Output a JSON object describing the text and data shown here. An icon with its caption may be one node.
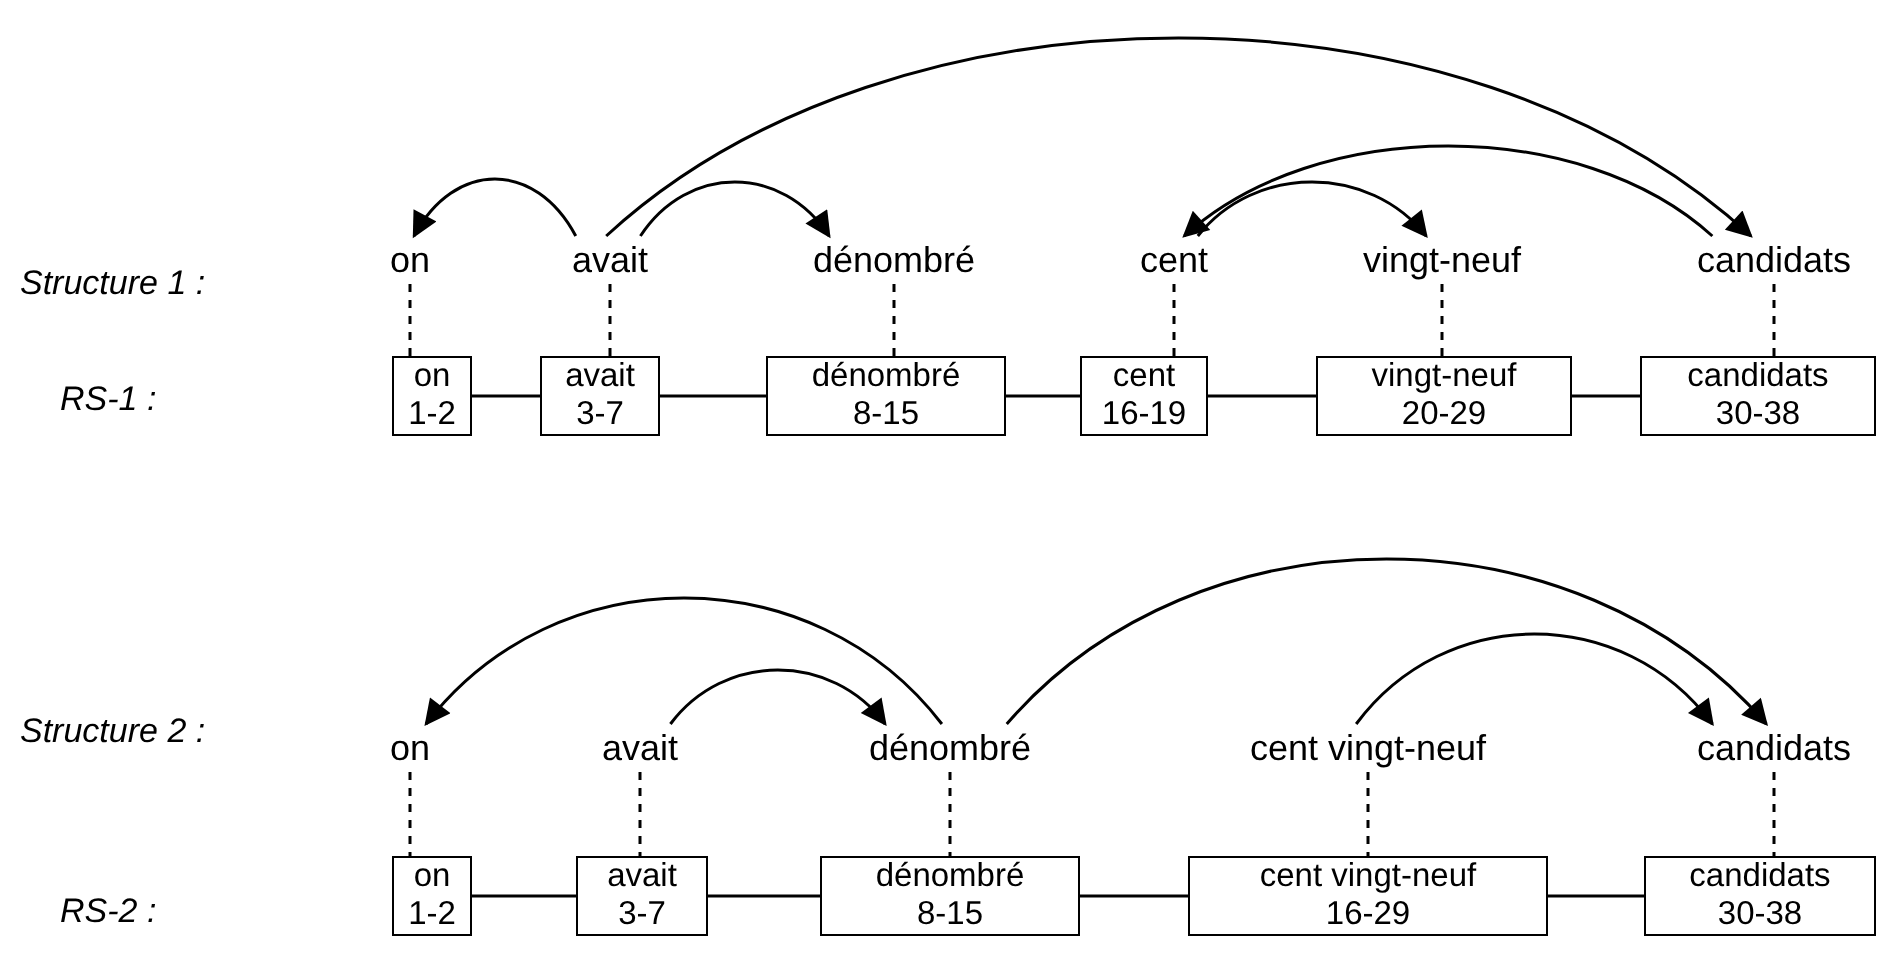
{
  "diagram": {
    "nodes": [
      {
        "text": [
          "on"
        ]
      },
      {
        "text": [
          "avait"
        ]
      },
      {
        "text": [
          "dénombré"
        ]
      },
      {
        "text": [
          "cent"
        ]
      },
      {
        "text": [
          "vingt-neuf"
        ]
      },
      {
        "text": [
          "candidats"
        ]
      },
      {
        "text": [
          "on",
          "1-2"
        ]
      },
      {
        "text": [
          "avait",
          "3-7"
        ]
      },
      {
        "text": [
          "dénombré",
          "8-15"
        ]
      },
      {
        "text": [
          "cent",
          "16-19"
        ]
      },
      {
        "text": [
          "vingt-neuf",
          "20-29"
        ]
      },
      {
        "text": [
          "candidats",
          "30-38"
        ]
      },
      {
        "text": [
          "on"
        ]
      },
      {
        "text": [
          "avait"
        ]
      },
      {
        "text": [
          "dénombré"
        ]
      },
      {
        "text": [
          "cent vingt-neuf"
        ]
      },
      {
        "text": [
          "candidats"
        ]
      },
      {
        "text": [
          "on",
          "1-2"
        ]
      },
      {
        "text": [
          "avait",
          "3-7"
        ]
      },
      {
        "text": [
          "dénombré",
          "8-15"
        ]
      },
      {
        "text": [
          "cent vingt-neuf",
          "16-29"
        ]
      },
      {
        "text": [
          "candidats",
          "30-38"
        ]
      }
    ],
    "edges": [
      {
        "from": 1,
        "to": 0,
        "arrow": "to"
      },
      {
        "from": 1,
        "to": 2,
        "arrow": "to"
      },
      {
        "from": 1,
        "to": 5,
        "arrow": "to"
      },
      {
        "from": 5,
        "to": 3,
        "arrow": "to"
      },
      {
        "from": 3,
        "to": 4,
        "arrow": "to"
      },
      {
        "from": 0,
        "to": 6,
        "arrow": "none",
        "style": "dashed"
      },
      {
        "from": 1,
        "to": 7,
        "arrow": "none",
        "style": "dashed"
      },
      {
        "from": 2,
        "to": 8,
        "arrow": "none",
        "style": "dashed"
      },
      {
        "from": 3,
        "to": 9,
        "arrow": "none",
        "style": "dashed"
      },
      {
        "from": 4,
        "to": 10,
        "arrow": "none",
        "style": "dashed"
      },
      {
        "from": 5,
        "to": 11,
        "arrow": "none",
        "style": "dashed"
      },
      {
        "from": 6,
        "to": 7,
        "arrow": "none"
      },
      {
        "from": 7,
        "to": 8,
        "arrow": "none"
      },
      {
        "from": 8,
        "to": 9,
        "arrow": "none"
      },
      {
        "from": 9,
        "to": 10,
        "arrow": "none"
      },
      {
        "from": 10,
        "to": 11,
        "arrow": "none"
      },
      {
        "from": 14,
        "to": 12,
        "arrow": "to"
      },
      {
        "from": 13,
        "to": 14,
        "arrow": "to"
      },
      {
        "from": 14,
        "to": 16,
        "arrow": "to"
      },
      {
        "from": 15,
        "to": 16,
        "arrow": "to"
      },
      {
        "from": 12,
        "to": 17,
        "arrow": "none",
        "style": "dashed"
      },
      {
        "from": 13,
        "to": 18,
        "arrow": "none",
        "style": "dashed"
      },
      {
        "from": 14,
        "to": 19,
        "arrow": "none",
        "style": "dashed"
      },
      {
        "from": 15,
        "to": 20,
        "arrow": "none",
        "style": "dashed"
      },
      {
        "from": 16,
        "to": 21,
        "arrow": "none",
        "style": "dashed"
      },
      {
        "from": 17,
        "to": 18,
        "arrow": "none"
      },
      {
        "from": 18,
        "to": 19,
        "arrow": "none"
      },
      {
        "from": 19,
        "to": 20,
        "arrow": "none"
      },
      {
        "from": 20,
        "to": 21,
        "arrow": "none"
      }
    ],
    "labels": [
      "Structure 1 :",
      "RS-1 :",
      "Structure 2 :",
      "RS-2 :"
    ]
  }
}
